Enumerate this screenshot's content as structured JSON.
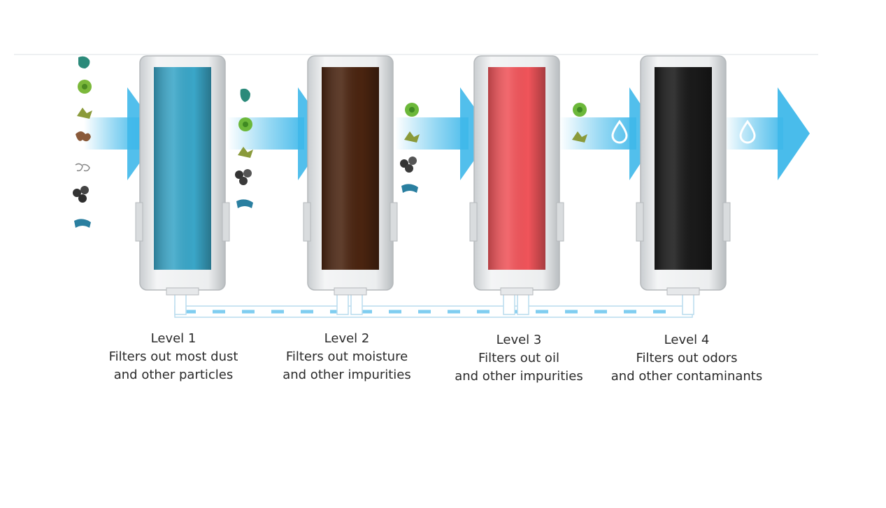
{
  "levels": [
    {
      "title": "Level 1",
      "line1": "Filters out most dust",
      "line2": "and other particles",
      "core_color": "#3aa6c8"
    },
    {
      "title": "Level 2",
      "line1": "Filters out moisture",
      "line2": "and other impurities",
      "core_color": "#4a2410"
    },
    {
      "title": "Level 3",
      "line1": "Filters out oil",
      "line2": "and other impurities",
      "core_color": "#f0545a"
    },
    {
      "title": "Level 4",
      "line1": "Filters out odors",
      "line2": "and other contaminants",
      "core_color": "#1a1a1a"
    }
  ],
  "flow_color": "#3fb8ea",
  "icons": {
    "particle": "particle-icon",
    "droplet": "water-droplet-icon",
    "arrow": "flow-arrow-icon"
  }
}
